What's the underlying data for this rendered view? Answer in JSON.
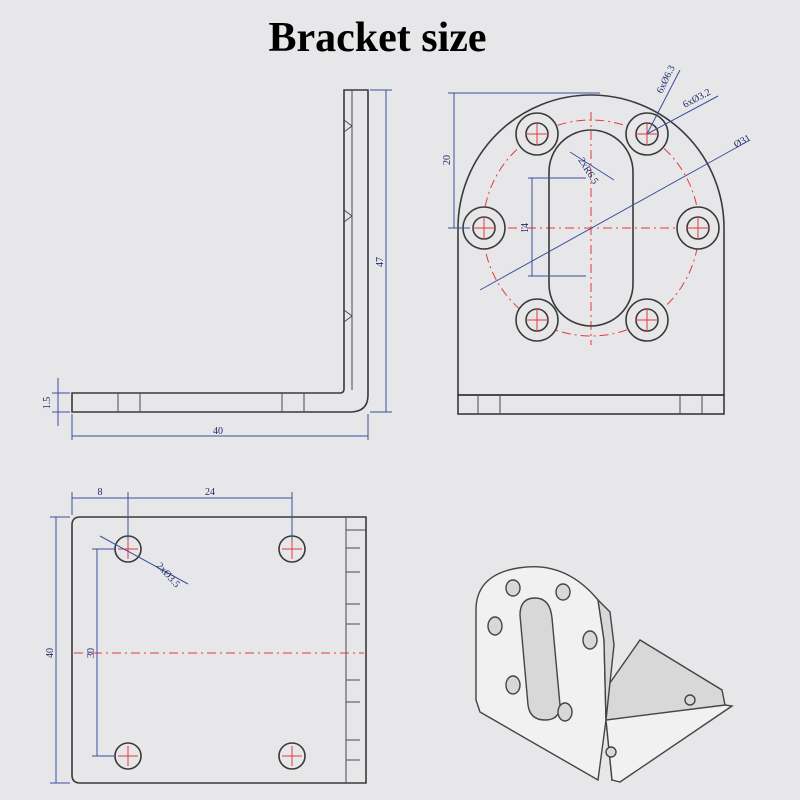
{
  "title": "Bracket size",
  "side_view": {
    "dim_height": "47",
    "dim_length": "40",
    "dim_thickness": "1.5"
  },
  "front_view": {
    "dim_top": "20",
    "dim_slot": "14",
    "dim_slot_radius": "2xR6.5",
    "dim_small_holes": "6xØ6.3",
    "dim_small_holes_2": "6xØ3.2",
    "dim_pitch_circle": "Ø31"
  },
  "base_view": {
    "dim_edge": "8",
    "dim_pitch_x": "24",
    "dim_holes": "2xØ3.5",
    "dim_width": "40",
    "dim_pitch_y": "30"
  },
  "colors": {
    "dimension": "#3b4fa0",
    "centerline": "#e23b3b",
    "outline": "#3a3a3a",
    "background": "#e7e7e9"
  }
}
